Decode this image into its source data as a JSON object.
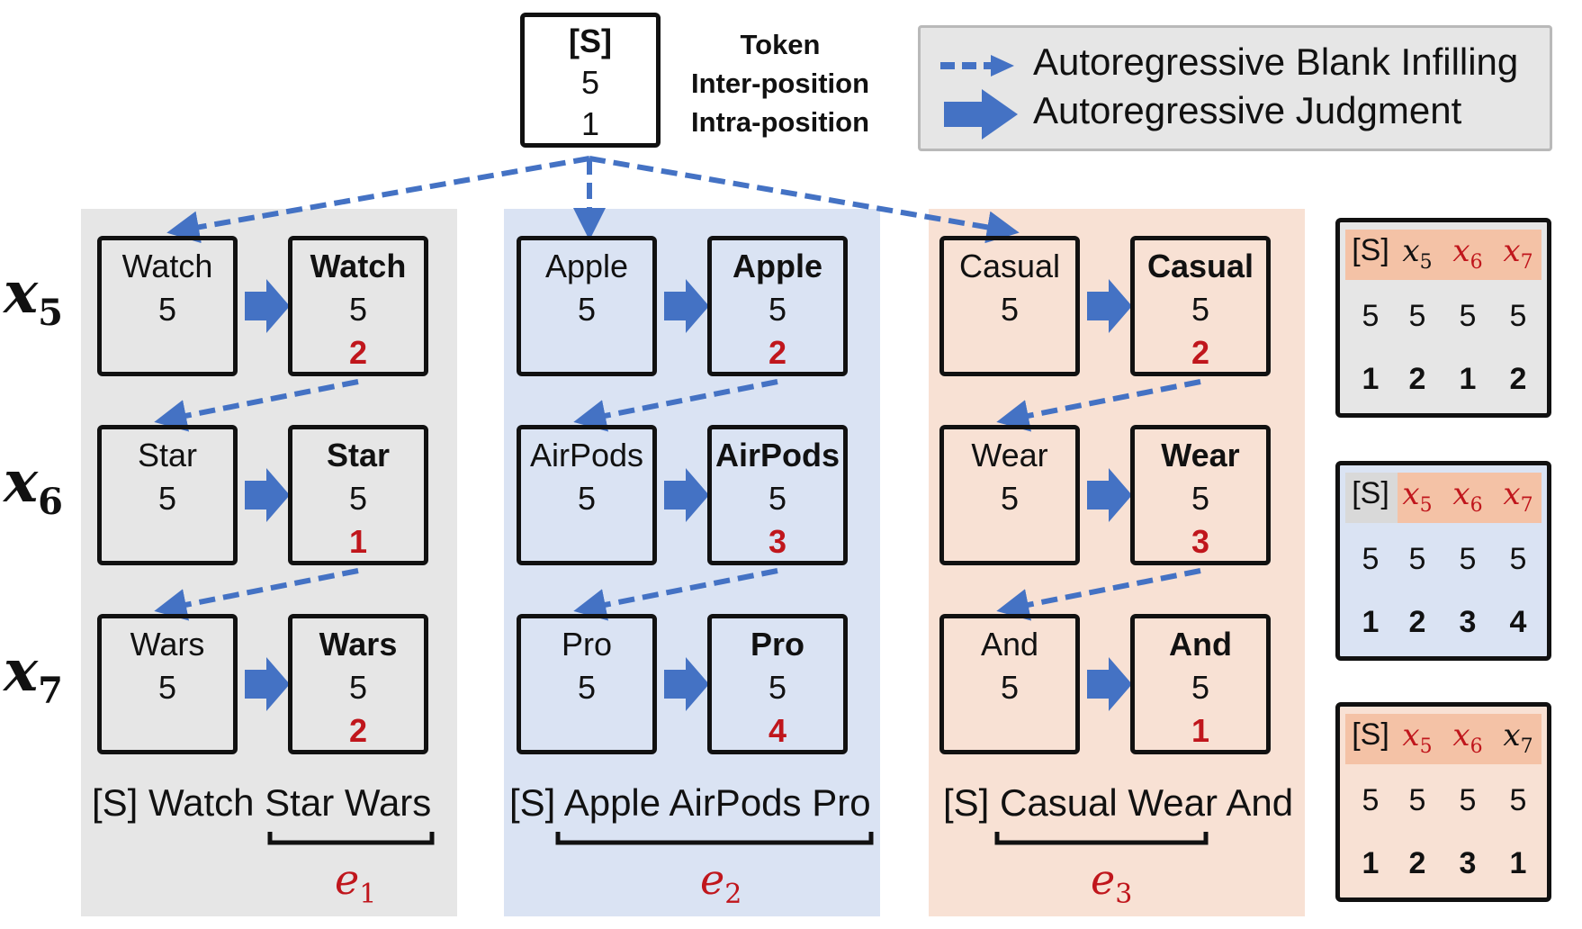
{
  "root": {
    "token": "[S]",
    "inter": "5",
    "intra": "1",
    "labels": [
      "Token",
      "Inter-position",
      "Intra-position"
    ]
  },
  "legend": {
    "dashed": "Autoregressive Blank Infilling",
    "solid": "Autoregressive Judgment"
  },
  "colors": {
    "arrow": "#4472c4",
    "red": "#c0161c",
    "gray_bg": "#e6e6e6",
    "blue_bg": "#dae3f3",
    "orange_bg": "#f8e1d4",
    "header_orange": "#f4c2a6",
    "header_gray": "#d9d9d9"
  },
  "row_labels": [
    {
      "var": "x",
      "sub": "5"
    },
    {
      "var": "x",
      "sub": "6"
    },
    {
      "var": "x",
      "sub": "7"
    }
  ],
  "columns": [
    {
      "rows": [
        {
          "token": "Watch",
          "inter": "5",
          "intra": "2"
        },
        {
          "token": "Star",
          "inter": "5",
          "intra": "1"
        },
        {
          "token": "Wars",
          "inter": "5",
          "intra": "2"
        }
      ],
      "caption": "[S] Watch Star Wars",
      "entity": {
        "var": "e",
        "sub": "1"
      }
    },
    {
      "rows": [
        {
          "token": "Apple",
          "inter": "5",
          "intra": "2"
        },
        {
          "token": "AirPods",
          "inter": "5",
          "intra": "3"
        },
        {
          "token": "Pro",
          "inter": "5",
          "intra": "4"
        }
      ],
      "caption": "[S] Apple AirPods Pro",
      "entity": {
        "var": "e",
        "sub": "2"
      }
    },
    {
      "rows": [
        {
          "token": "Casual",
          "inter": "5",
          "intra": "2"
        },
        {
          "token": "Wear",
          "inter": "5",
          "intra": "3"
        },
        {
          "token": "And",
          "inter": "5",
          "intra": "1"
        }
      ],
      "caption": "[S] Casual Wear And",
      "entity": {
        "var": "e",
        "sub": "3"
      }
    }
  ],
  "mini_tables": [
    {
      "header": [
        "[S]",
        "x5",
        "x6",
        "x7"
      ],
      "red_cols": [
        2,
        3
      ],
      "inter": [
        "5",
        "5",
        "5",
        "5"
      ],
      "intra": [
        "1",
        "2",
        "1",
        "2"
      ]
    },
    {
      "header": [
        "[S]",
        "x5",
        "x6",
        "x7"
      ],
      "red_cols": [
        1,
        2,
        3
      ],
      "inter": [
        "5",
        "5",
        "5",
        "5"
      ],
      "intra": [
        "1",
        "2",
        "3",
        "4"
      ]
    },
    {
      "header": [
        "[S]",
        "x5",
        "x6",
        "x7"
      ],
      "red_cols": [
        1,
        2
      ],
      "inter": [
        "5",
        "5",
        "5",
        "5"
      ],
      "intra": [
        "1",
        "2",
        "3",
        "1"
      ]
    }
  ]
}
